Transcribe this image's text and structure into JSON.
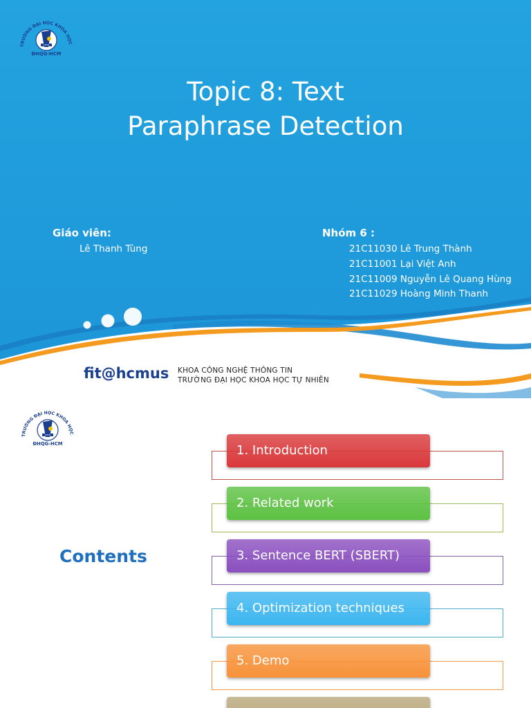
{
  "slide1": {
    "logo": {
      "text_top": "TRƯỜNG ĐẠI HỌC KHOA HỌC TỰ NHIÊN",
      "text_bottom": "ĐHQG-HCM",
      "badge": "KHTN"
    },
    "title_line1": "Topic 8: Text",
    "title_line2": "Paraphrase Detection",
    "teacher_label": "Giáo viên:",
    "teacher_name": "Lê Thanh Tùng",
    "group_label": "Nhóm 6 :",
    "members": [
      "21C11030 Lê Trung Thành",
      "21C11001 Lại Việt Anh",
      "21C11009 Nguyễn Lê Quang Hùng",
      "21C11029 Hoàng Minh Thanh"
    ],
    "footer_brand": "fit@hcmus",
    "footer_line1": "KHOA CÔNG NGHỆ THÔNG TIN",
    "footer_line2": "TRƯỜNG ĐẠI HỌC KHOA HỌC TỰ NHIÊN"
  },
  "slide2": {
    "logo": {
      "text_top": "TRƯỜNG ĐẠI HỌC KHOA HỌC TỰ NHIÊN",
      "text_bottom": "ĐHQG-HCM",
      "badge": "KHTN"
    },
    "heading": "Contents",
    "items": [
      {
        "label": "1. Introduction",
        "color": "#d9383a",
        "frame": "#c0504d"
      },
      {
        "label": "2. Related work",
        "color": "#5cc142",
        "frame": "#9bbb59"
      },
      {
        "label": "3. Sentence BERT (SBERT)",
        "color": "#8a4fbf",
        "frame": "#8064a2"
      },
      {
        "label": "4. Optimization techniques",
        "color": "#3cb6f0",
        "frame": "#4bacc6"
      },
      {
        "label": "5. Demo",
        "color": "#f7923a",
        "frame": "#f79646"
      },
      {
        "label": "",
        "color": "#b7a77a",
        "frame": "#b7a77a"
      }
    ]
  }
}
